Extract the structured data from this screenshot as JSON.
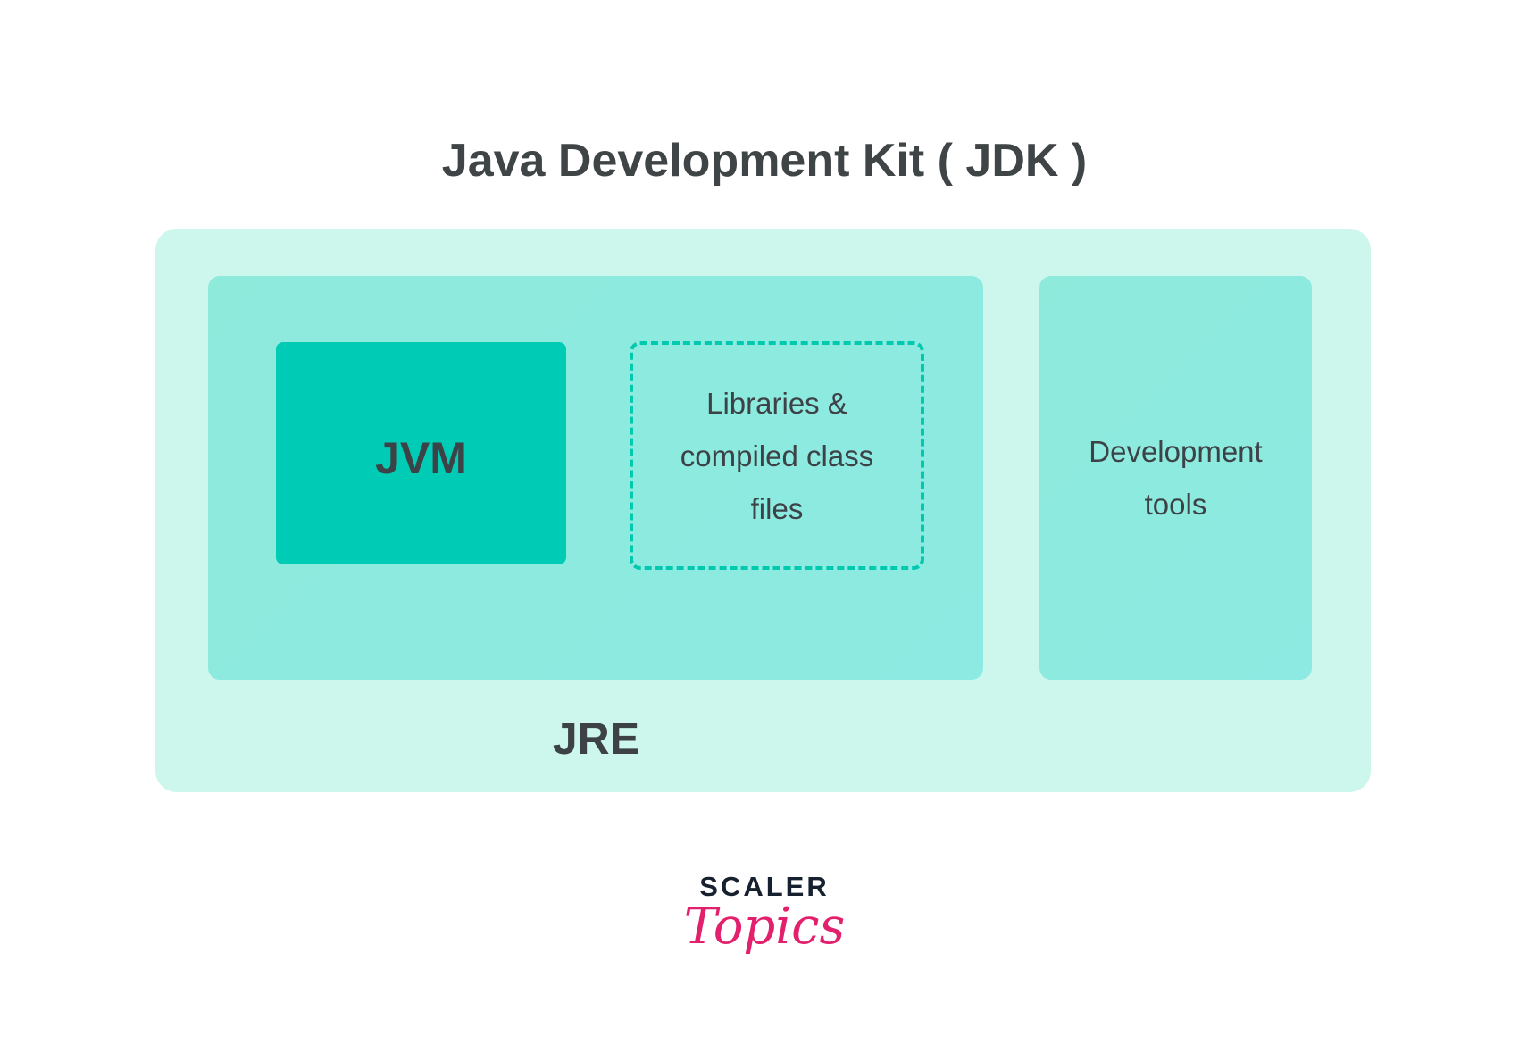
{
  "title": "Java Development Kit ( JDK )",
  "jvm": {
    "label": "JVM"
  },
  "libraries": {
    "lines": [
      "Libraries &",
      "compiled class",
      "files"
    ]
  },
  "dev_tools": {
    "lines": [
      "Development",
      "tools"
    ]
  },
  "jre": {
    "label": "JRE"
  },
  "logo": {
    "top": "SCALER",
    "bottom": "Topics"
  },
  "colors": {
    "outer": "#cdf7ec",
    "inner": "#8eeadb",
    "jvm": "#00cbb4",
    "dash": "#00c9b0",
    "logo_dark": "#17202e",
    "logo_pink": "#e2206c"
  }
}
